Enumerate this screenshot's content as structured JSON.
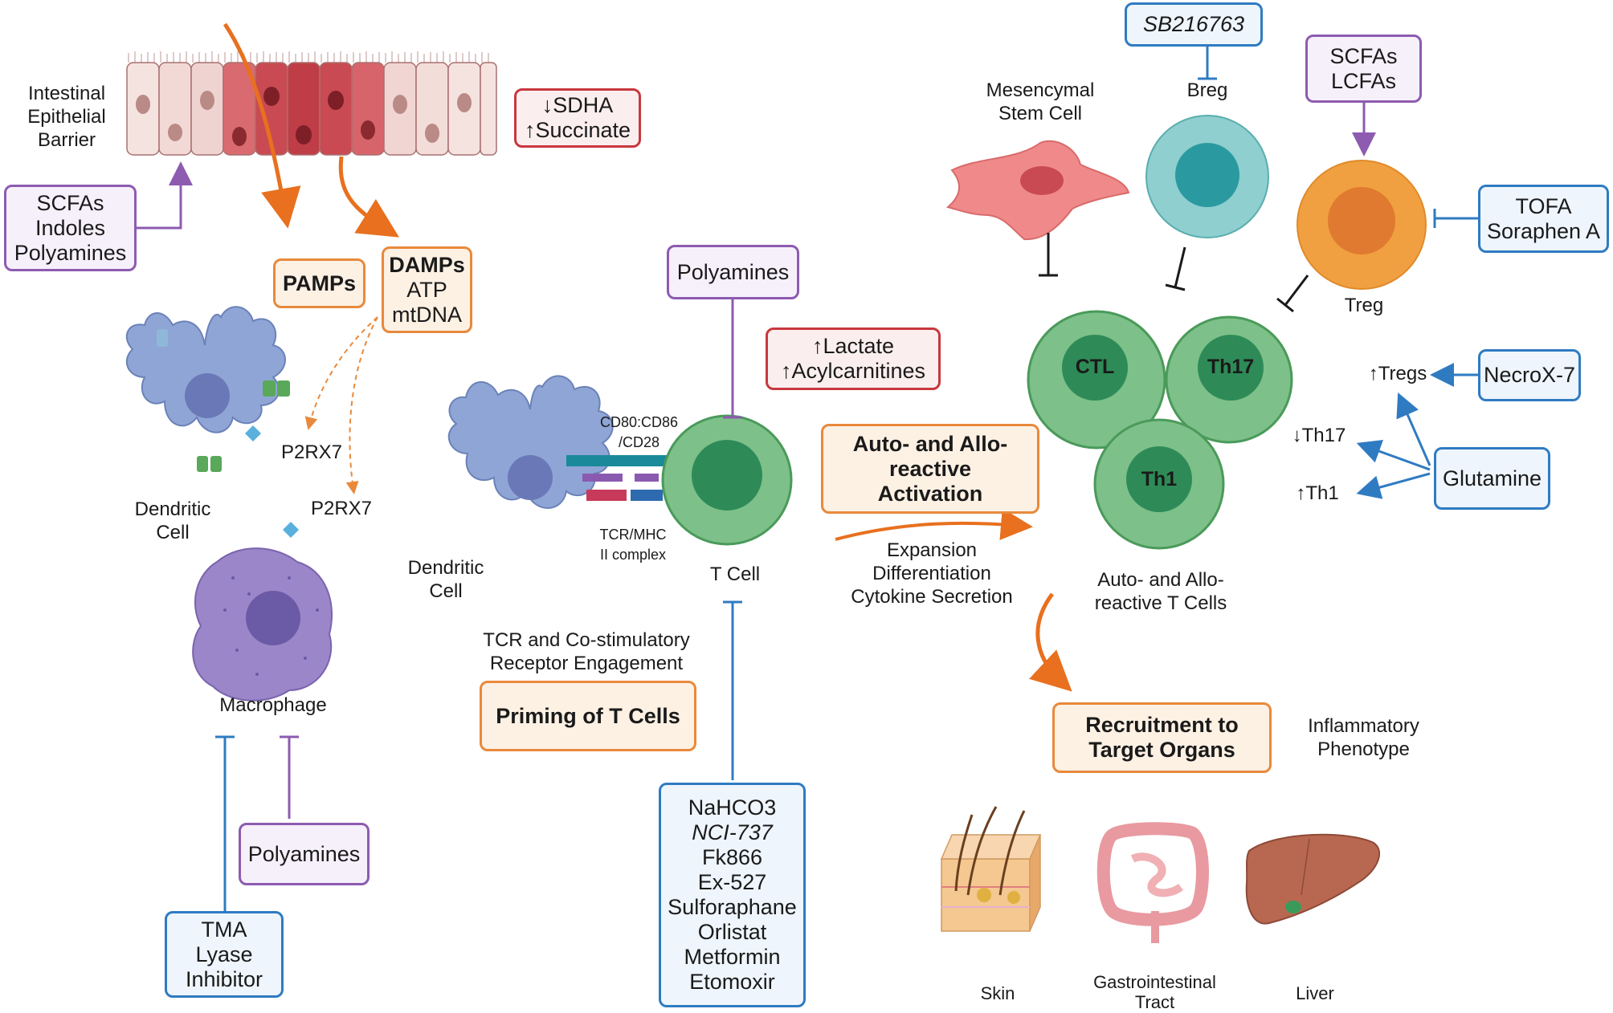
{
  "labels": {
    "epithelial": [
      "Intestinal",
      "Epithelial",
      "Barrier"
    ],
    "msc": [
      "Mesencymal",
      "Stem Cell"
    ],
    "breg": "Breg",
    "treg": "Treg",
    "dc1": [
      "Dendritic",
      "Cell"
    ],
    "dc2": [
      "Dendritic",
      "Cell"
    ],
    "p2rx7_a": "P2RX7",
    "p2rx7_b": "P2RX7",
    "macrophage": "Macrophage",
    "cd80": [
      "CD80:CD86",
      "/CD28"
    ],
    "tcr_mhc": [
      "TCR/MHC",
      "II complex"
    ],
    "tcell": "T Cell",
    "tcr_costim": [
      "TCR and Co-stimulatory",
      "Receptor Engagement"
    ],
    "expansion": [
      "Expansion",
      "Differentiation",
      "Cytokine Secretion"
    ],
    "auto_allo_tcells": [
      "Auto- and Allo-",
      "reactive T Cells"
    ],
    "inflammatory": [
      "Inflammatory",
      "Phenotype"
    ],
    "up_tregs": "↑Tregs",
    "down_th17": "↓Th17",
    "up_th1": "↑Th1",
    "skin": "Skin",
    "gi": [
      "Gastrointestinal",
      "Tract"
    ],
    "liver": "Liver",
    "ctl": "CTL",
    "th17": "Th17",
    "th1": "Th1"
  },
  "boxes": {
    "sdha": [
      "↓SDHA",
      "↑Succinate"
    ],
    "scfas_indoles": [
      "SCFAs",
      "Indoles",
      "Polyamines"
    ],
    "pamps": "PAMPs",
    "damps": [
      "DAMPs",
      "ATP",
      "mtDNA"
    ],
    "polyamines_top": "Polyamines",
    "lactate": [
      "↑Lactate",
      "↑Acylcarnitines"
    ],
    "auto_allo_activation": [
      "Auto- and Allo-",
      "reactive",
      "Activation"
    ],
    "sb216763": "SB216763",
    "scfas_lcfas": [
      "SCFAs",
      "LCFAs"
    ],
    "tofa": [
      "TOFA",
      "Soraphen A"
    ],
    "necrox": "NecroX-7",
    "glutamine": "Glutamine",
    "priming": "Priming of T Cells",
    "recruitment": [
      "Recruitment to",
      "Target Organs"
    ],
    "drugs": [
      "NaHCO3",
      "NCI-737",
      "Fk866",
      "Ex-527",
      "Sulforaphane",
      "Orlistat",
      "Metformin",
      "Etomoxir"
    ],
    "polyamines_bottom": "Polyamines",
    "tma": [
      "TMA",
      "Lyase",
      "Inhibitor"
    ]
  },
  "colors": {
    "purple": "#8d5bb0",
    "blue": "#2f7bc2",
    "orange": "#e8893b",
    "red": "#c8373e",
    "cell_green": "#7dc089",
    "cell_green_dark": "#2e8b57",
    "treg_orange": "#f0a040",
    "breg_teal": "#8fcfcf",
    "dc_blue": "#8fa5d6",
    "macro_purple": "#9b86c9"
  }
}
